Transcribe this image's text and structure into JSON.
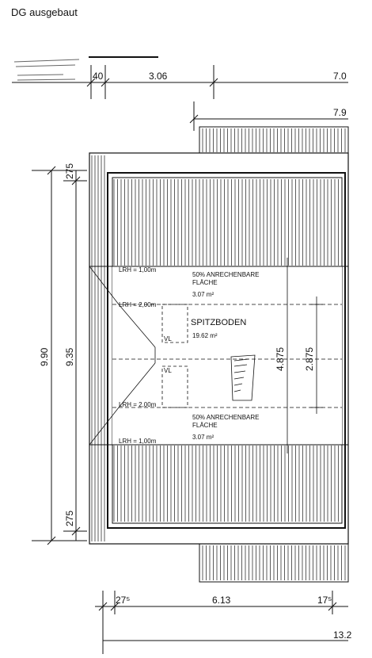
{
  "header": {
    "title": "DG ausgebaut"
  },
  "plan": {
    "room_name": "SPITZBODEN",
    "room_area": "19.62 m²",
    "upper_zone": {
      "label1": "50% ANRECHENBARE",
      "label2": "FLÄCHE",
      "area": "3.07 m²"
    },
    "lower_zone": {
      "label1": "50% ANRECHENBARE",
      "label2": "FLÄCHE",
      "area": "3.07 m²"
    },
    "lrh_top": "LRH = 1,00m",
    "lrh_upper_mid": "LRH = 2,00m",
    "lrh_lower_mid": "LRH = 2,00m",
    "lrh_bottom": "LRH = 1,00m",
    "vl_upper": "VL",
    "vl_lower": "VL",
    "top_dims": {
      "d1": "40",
      "d2": "3.06",
      "d3": "7.0",
      "d4": "7.9"
    },
    "left_dims": {
      "outer": "9.90",
      "inner": "9.35",
      "top": "275",
      "bottom": "275"
    },
    "right_dims": {
      "d1": "4.875",
      "d2": "2.875"
    },
    "bottom_dims": {
      "d1": "27⁵",
      "d2": "6.13",
      "d3": "17⁵",
      "d4": "13.2"
    }
  }
}
